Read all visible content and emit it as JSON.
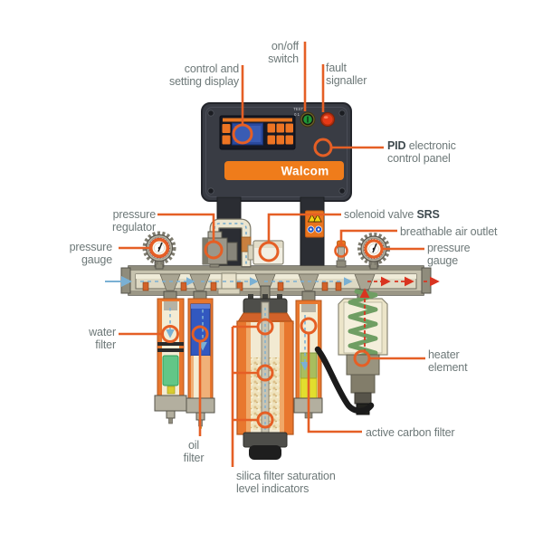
{
  "brand": {
    "logo_text": "Walcom"
  },
  "panel_markings": {
    "test_label": "TEST",
    "switch_scale": "0 1"
  },
  "labels": {
    "control_display": {
      "l1": "control and",
      "l2": "setting display"
    },
    "onoff_switch": {
      "l1": "on/off",
      "l2": "switch"
    },
    "fault_signaller": {
      "l1": "fault",
      "l2": "signaller"
    },
    "pid": {
      "bold": "PID",
      "rest": " electronic",
      "l2": "control panel"
    },
    "pressure_regulator": {
      "l1": "pressure",
      "l2": "regulator"
    },
    "pressure_gauge_left": {
      "l1": "pressure",
      "l2": "gauge"
    },
    "solenoid_valve": {
      "pre": "solenoid valve ",
      "bold": "SRS"
    },
    "breathable_air_outlet": {
      "l1": "breathable air outlet"
    },
    "pressure_gauge_right": {
      "l1": "pressure",
      "l2": "gauge"
    },
    "water_filter": {
      "l1": "water",
      "l2": "filter"
    },
    "heater_element": {
      "l1": "heater",
      "l2": "element"
    },
    "oil_filter": {
      "l1": "oil",
      "l2": "filter"
    },
    "active_carbon_filter": {
      "l1": "active carbon filter"
    },
    "silica_indicators": {
      "l1": "silica filter saturation",
      "l2": "level indicators"
    }
  },
  "colors": {
    "accent_orange": "#E55F25",
    "label_gray": "#6D7878",
    "label_dark": "#3F4A4F",
    "brand_orange": "#EF7C1B",
    "panel_dark": "#393C44",
    "screen_blue": "#2B4A9E",
    "button_orange": "#ED7423",
    "switch_green": "#1F9638",
    "fault_red": "#E63917",
    "flow_blue": "#7AB0D4",
    "flow_red": "#D93420"
  }
}
